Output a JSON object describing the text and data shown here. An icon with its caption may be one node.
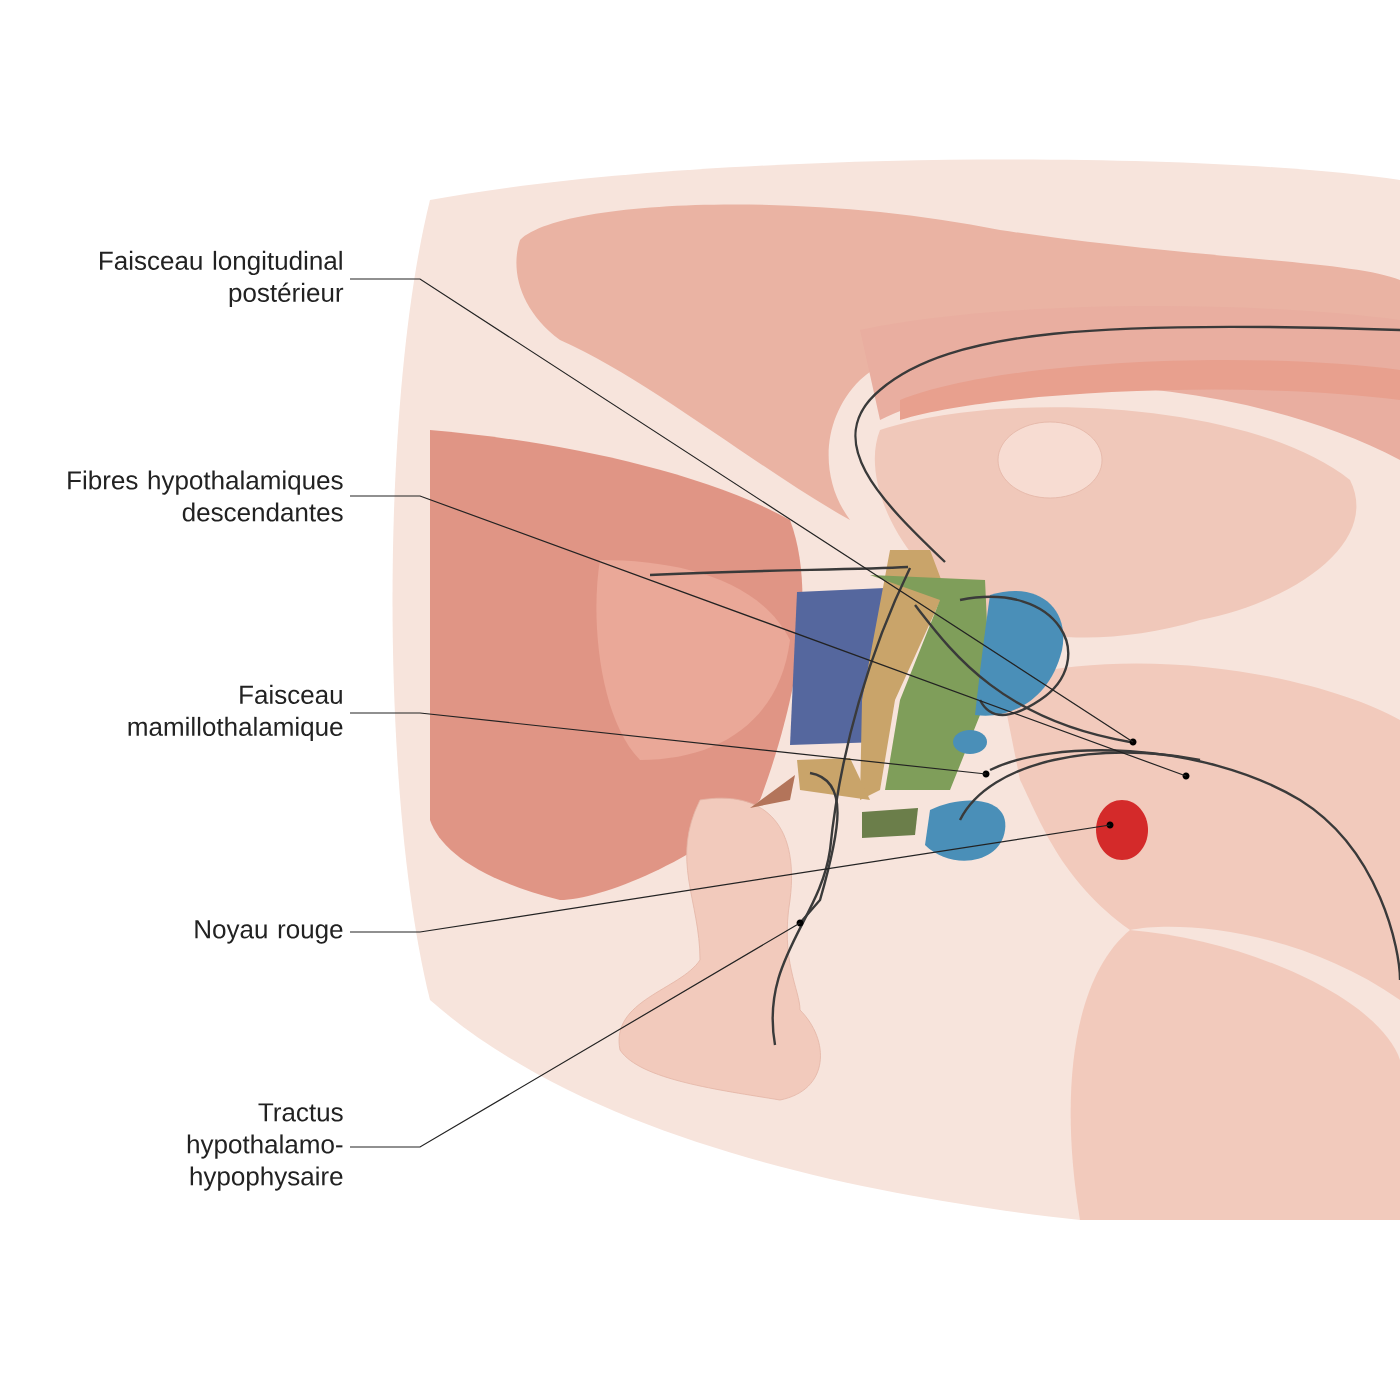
{
  "diagram": {
    "nodes": [
      {
        "text": [
          "Faisceau longitudinal postérieur"
        ]
      },
      {
        "text": [
          "Fibres hypothalamiques descendantes"
        ]
      },
      {
        "text": [
          "Faisceau mamillothalamique"
        ]
      },
      {
        "text": [
          "Noyau rouge"
        ]
      },
      {
        "text": [
          "Tractus hypothalamo-hypophysaire"
        ]
      },
      {
        "text": [],
        "shape": "circle"
      },
      {
        "text": [],
        "shape": "circle"
      },
      {
        "text": [],
        "shape": "circle"
      },
      {
        "text": [],
        "shape": "circle"
      },
      {
        "text": [],
        "shape": "circle"
      }
    ],
    "edges": [
      {
        "from": 0,
        "to": 8,
        "arrow": "none"
      },
      {
        "from": 1,
        "to": 9,
        "arrow": "none"
      },
      {
        "from": 2,
        "to": 6,
        "arrow": "none"
      },
      {
        "from": 3,
        "to": 7,
        "arrow": "none"
      },
      {
        "from": 4,
        "to": 5,
        "arrow": "none"
      }
    ]
  }
}
